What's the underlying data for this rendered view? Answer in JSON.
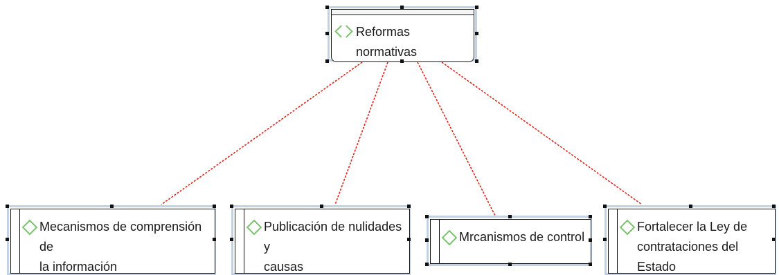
{
  "diagram": {
    "root": {
      "label": "Reformas normativas",
      "icon": "chevron-diamond-icon"
    },
    "children": [
      {
        "label_line1": "Mecanismos de comprensión de",
        "label_line2": "la información",
        "icon": "diamond-icon"
      },
      {
        "label_line1": "Publicación de nulidades y",
        "label_line2": "causas",
        "icon": "diamond-icon"
      },
      {
        "label_line1": "Mrcanismos de control",
        "label_line2": "",
        "icon": "diamond-icon"
      },
      {
        "label_line1": "Fortalecer la Ley de",
        "label_line2": "contrataciones del Estado",
        "icon": "diamond-icon"
      }
    ],
    "colors": {
      "connector": "#e0201a",
      "icon": "#7cc26f",
      "selection": "#c3d2e3"
    }
  }
}
